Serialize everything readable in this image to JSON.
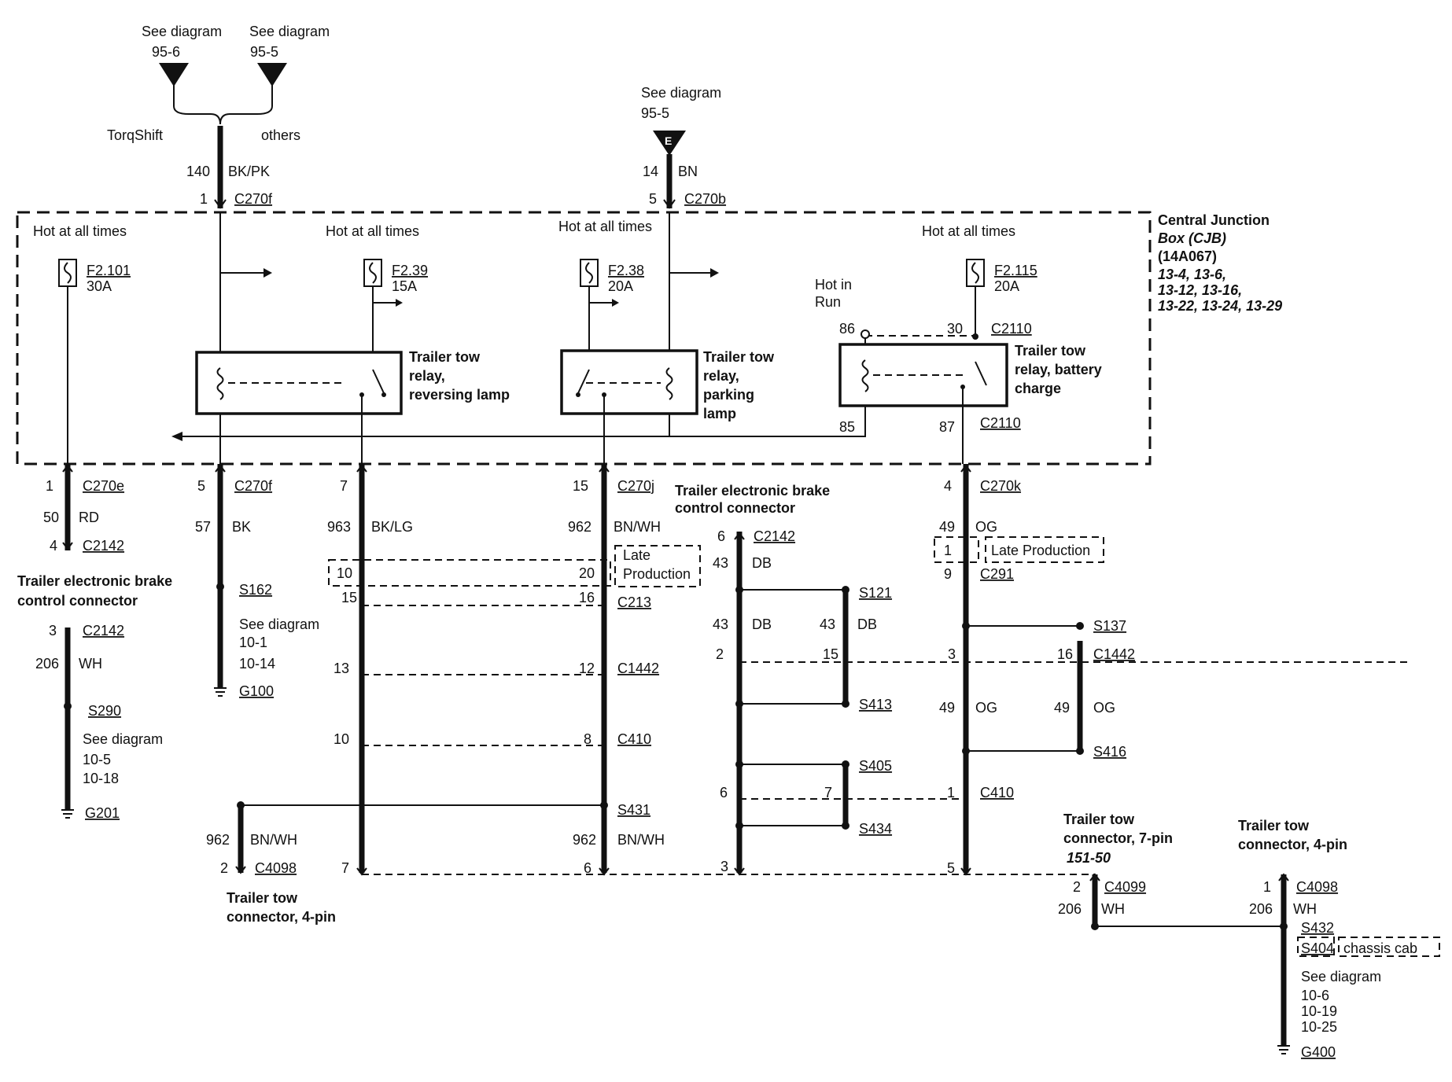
{
  "top_left": {
    "see1": "See diagram",
    "ref1": "95-6",
    "see2": "See diagram",
    "ref2": "95-5",
    "torq": "TorqShift",
    "others": "others"
  },
  "top_mid": {
    "see": "See diagram",
    "ref": "95-5",
    "cap": "E"
  },
  "feed1": {
    "gauge": "140",
    "color": "BK/PK",
    "pin": "1",
    "conn": "C270f"
  },
  "feed2": {
    "gauge": "14",
    "color": "BN",
    "pin": "5",
    "conn": "C270b"
  },
  "cjb": {
    "title1": "Central Junction",
    "title2": "Box (CJB)",
    "part": "(14A067)",
    "refs1": "13-4, 13-6,",
    "refs2": "13-12, 13-16,",
    "refs3": "13-22, 13-24, 13-29"
  },
  "hot": "Hot at all times",
  "hot_run1": "Hot in",
  "hot_run2": "Run",
  "fuses": [
    {
      "id": "F2.101",
      "rating": "30A"
    },
    {
      "id": "F2.39",
      "rating": "15A"
    },
    {
      "id": "F2.38",
      "rating": "20A"
    },
    {
      "id": "F2.115",
      "rating": "20A"
    }
  ],
  "relays": {
    "reversing": [
      "Trailer tow",
      "relay,",
      "reversing lamp"
    ],
    "parking": [
      "Trailer tow",
      "relay,",
      "parking",
      "lamp"
    ],
    "battery": [
      "Trailer tow",
      "relay, battery",
      "charge"
    ]
  },
  "battery_pins": {
    "p86": "86",
    "p30": "30",
    "c2110a": "C2110",
    "p85": "85",
    "p87": "87",
    "c2110b": "C2110"
  },
  "col1": {
    "pin": "1",
    "conn": "C270e",
    "gauge": "50",
    "color": "RD",
    "pin2": "4",
    "conn2": "C2142",
    "label1": "Trailer electronic brake",
    "label2": "control connector",
    "pin3": "3",
    "conn3": "C2142",
    "gauge2": "206",
    "color2": "WH",
    "splice": "S290",
    "see": "See diagram",
    "r1": "10-5",
    "r2": "10-18",
    "ground": "G201"
  },
  "col2": {
    "pin": "5",
    "conn": "C270f",
    "gauge": "57",
    "color": "BK",
    "splice": "S162",
    "see": "See diagram",
    "r1": "10-1",
    "r2": "10-14",
    "ground": "G100"
  },
  "col3": {
    "pin": "7",
    "gauge": "963",
    "color": "BK/LG",
    "p10": "10",
    "p15": "15",
    "p13": "13",
    "p10b": "10",
    "p7": "7"
  },
  "col4": {
    "pin": "15",
    "conn": "C270j",
    "gauge": "962",
    "color": "BN/WH",
    "p20": "20",
    "late1": "Late",
    "late2": "Production",
    "p16": "16",
    "c213": "C213",
    "p12": "12",
    "c1442": "C1442",
    "p8": "8",
    "c410": "C410",
    "s431": "S431",
    "gauge2": "962",
    "color2": "BN/WH",
    "p6": "6"
  },
  "trailer4_left": {
    "gauge": "962",
    "color": "BN/WH",
    "pin": "2",
    "conn": "C4098",
    "label1": "Trailer tow",
    "label2": "connector, 4-pin"
  },
  "brake2": {
    "label1": "Trailer electronic brake",
    "label2": "control connector",
    "pin": "6",
    "conn": "C2142",
    "gauge": "43",
    "color": "DB",
    "s121": "S121",
    "g2": "43",
    "c2": "DB",
    "g3": "43",
    "c3": "DB",
    "p2": "2",
    "p15": "15",
    "s413": "S413",
    "s405": "S405",
    "p6": "6",
    "p7": "7",
    "s434": "S434",
    "p3": "3"
  },
  "col6": {
    "pin": "4",
    "conn": "C270k",
    "gauge": "49",
    "color": "OG",
    "p1": "1",
    "late": "Late Production",
    "p9": "9",
    "c291": "C291",
    "s137": "S137",
    "p3": "3",
    "p16": "16",
    "c1442": "C1442",
    "g2": "49",
    "c2": "OG",
    "g3": "49",
    "c3": "OG",
    "s416": "S416",
    "p1b": "1",
    "c410": "C410",
    "p5": "5"
  },
  "trailer7": {
    "label1": "Trailer tow",
    "label2": "connector, 7-pin",
    "ref": "151-50",
    "pin": "2",
    "conn": "C4099",
    "gauge": "206",
    "color": "WH"
  },
  "trailer4_right": {
    "label1": "Trailer tow",
    "label2": "connector, 4-pin",
    "pin": "1",
    "conn": "C4098",
    "gauge": "206",
    "color": "WH",
    "s432": "S432",
    "s404": "S404",
    "chassis": "chassis cab",
    "see": "See diagram",
    "r1": "10-6",
    "r2": "10-19",
    "r3": "10-25",
    "ground": "G400"
  }
}
